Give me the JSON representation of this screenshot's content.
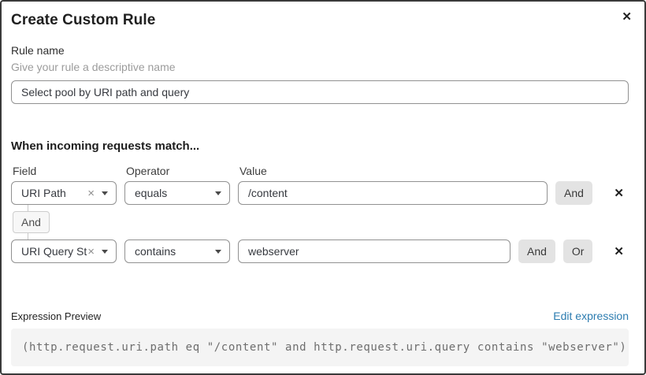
{
  "dialog": {
    "title": "Create Custom Rule",
    "close_icon": "✕"
  },
  "rule_name": {
    "label": "Rule name",
    "helper": "Give your rule a descriptive name",
    "value": "Select pool by URI path and query"
  },
  "matcher": {
    "heading": "When incoming requests match...",
    "columns": {
      "field": "Field",
      "operator": "Operator",
      "value": "Value"
    },
    "connector_label": "And",
    "rows": [
      {
        "field": "URI Path",
        "operator": "equals",
        "value": "/content",
        "buttons": [
          "And"
        ],
        "clear_icon": "×",
        "delete_icon": "✕"
      },
      {
        "field": "URI Query St...",
        "operator": "contains",
        "value": "webserver",
        "buttons": [
          "And",
          "Or"
        ],
        "clear_icon": "×",
        "delete_icon": "✕"
      }
    ]
  },
  "expression": {
    "label": "Expression Preview",
    "edit_link": "Edit expression",
    "code": "(http.request.uri.path eq \"/content\" and http.request.uri.query contains \"webserver\")"
  },
  "colors": {
    "link_blue": "#2c7cb0",
    "button_gray": "#e3e3e3",
    "input_border": "#919191",
    "code_bg": "#f4f4f4",
    "code_text": "#6e6e6e",
    "dialog_border": "#3a3a3a"
  }
}
